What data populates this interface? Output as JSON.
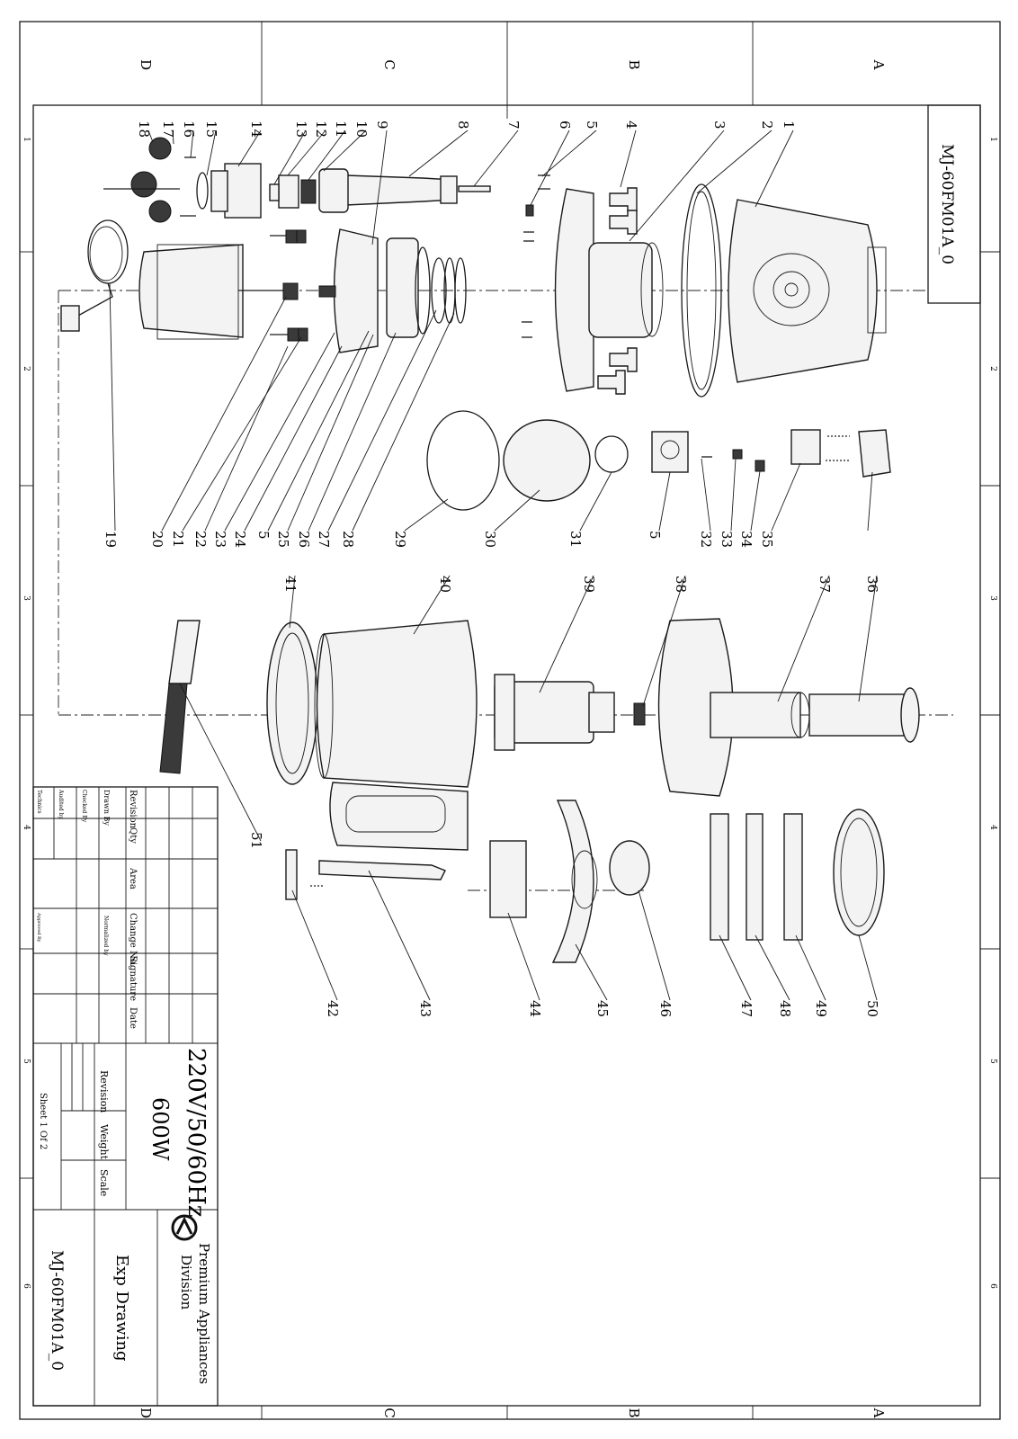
{
  "drawing": {
    "code_top": "MJ-60FM01A_0",
    "zone_letters": [
      "D",
      "C",
      "B",
      "A"
    ],
    "zone_numbers": [
      "1",
      "2",
      "3",
      "4",
      "5",
      "6"
    ],
    "part_numbers_upper": [
      "1",
      "2",
      "3",
      "4",
      "5",
      "6",
      "7",
      "8",
      "9",
      "10",
      "11",
      "12",
      "13",
      "14",
      "15",
      "16",
      "17",
      "18",
      "19",
      "20",
      "21",
      "22",
      "23",
      "24",
      "5",
      "25",
      "26",
      "27",
      "28",
      "29",
      "30",
      "31",
      "5",
      "32",
      "33",
      "34",
      "35"
    ],
    "part_numbers_lower": [
      "36",
      "37",
      "38",
      "39",
      "40",
      "41",
      "42",
      "43",
      "44",
      "45",
      "46",
      "47",
      "48",
      "49",
      "50",
      "51"
    ]
  },
  "title_block": {
    "rating_voltage": "220V/50/60Hz",
    "rating_power": "600W",
    "revision_label": "Revision",
    "weight_label": "Weight",
    "scale_label": "Scale",
    "sheet_label": "Sheet 1 Of 2",
    "company_line1": "Premium Appliances",
    "company_line2": "Division",
    "drawing_type": "Exp Drawing",
    "drawing_code": "MJ-60FM01A_0",
    "col_headers": [
      "Revision",
      "Qty",
      "Area",
      "Change No.",
      "Signature",
      "Date"
    ],
    "row_labels": [
      "Drawn By",
      "Checked By",
      "Audited by",
      "Technics"
    ],
    "normalized_label": "Normalized by",
    "approved_label": "Approved By"
  }
}
